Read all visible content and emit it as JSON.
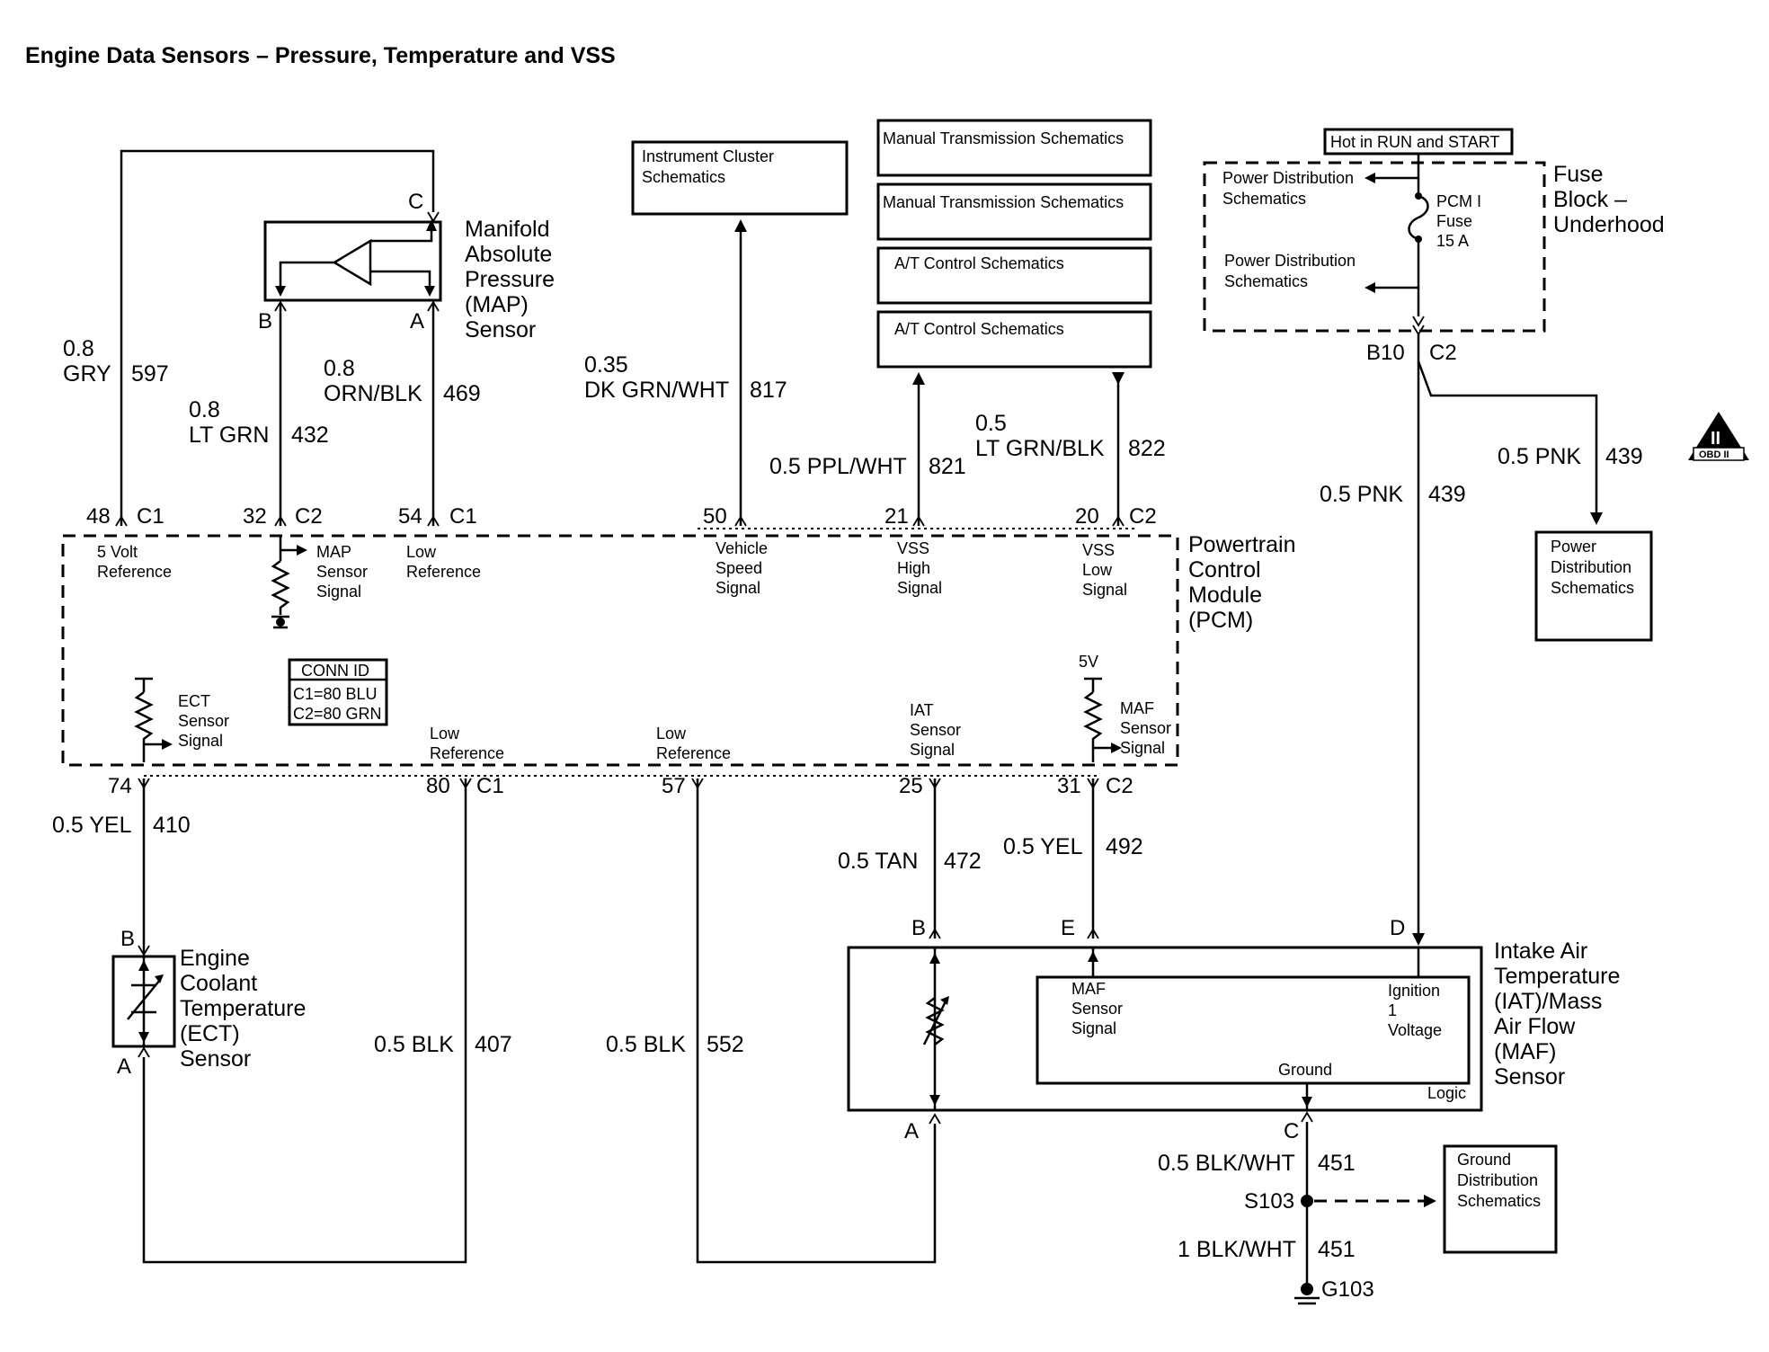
{
  "title": "Engine Data Sensors – Pressure, Temperature and VSS",
  "map_sensor": {
    "line1": "Manifold",
    "line2": "Absolute",
    "line3": "Pressure",
    "line4": "(MAP)",
    "line5": "Sensor",
    "pin_c": "C",
    "pin_b": "B",
    "pin_a": "A"
  },
  "instrument_cluster": {
    "line1": "Instrument Cluster",
    "line2": "Schematics"
  },
  "schem_boxes": [
    "Manual Transmission Schematics",
    "Manual Transmission Schematics",
    "A/T Control Schematics",
    "A/T Control Schematics"
  ],
  "fuse_block": {
    "hot_label": "Hot in RUN and START",
    "line1": "Fuse",
    "line2": "Block –",
    "line3": "Underhood",
    "pd1_line1": "Power Distribution",
    "pd1_line2": "Schematics",
    "pd2_line1": "Power Distribution",
    "pd2_line2": "Schematics",
    "fuse_line1": "PCM I",
    "fuse_line2": "Fuse",
    "fuse_line3": "15 A",
    "pin": "B10",
    "conn": "C2"
  },
  "obd_badge": {
    "numeral": "II",
    "label": "OBD II"
  },
  "wires": {
    "w597_size": "0.8",
    "w597_color": "GRY",
    "w597_num": "597",
    "w432_size": "0.8",
    "w432_color": "LT GRN",
    "w432_num": "432",
    "w469_size": "0.8",
    "w469_color": "ORN/BLK",
    "w469_num": "469",
    "w817_size": "0.35",
    "w817_color": "DK GRN/WHT",
    "w817_num": "817",
    "w821_label": "0.5 PPL/WHT",
    "w821_num": "821",
    "w822_size": "0.5",
    "w822_color": "LT GRN/BLK",
    "w822_num": "822",
    "w439a_label": "0.5 PNK",
    "w439a_num": "439",
    "w439b_label": "0.5 PNK",
    "w439b_num": "439",
    "w410_label": "0.5 YEL",
    "w410_num": "410",
    "w407_label": "0.5 BLK",
    "w407_num": "407",
    "w552_label": "0.5 BLK",
    "w552_num": "552",
    "w472_label": "0.5 TAN",
    "w472_num": "472",
    "w492_label": "0.5 YEL",
    "w492_num": "492",
    "w451a_label": "0.5 BLK/WHT",
    "w451a_num": "451",
    "w451b_label": "1 BLK/WHT",
    "w451b_num": "451"
  },
  "pcm": {
    "line1": "Powertrain",
    "line2": "Control",
    "line3": "Module",
    "line4": "(PCM)",
    "conn_title": "CONN ID",
    "conn_c1": "C1=80 BLU",
    "conn_c2": "C2=80 GRN",
    "five_v": "5V",
    "top_pins": [
      {
        "num": "48",
        "conn": "C1"
      },
      {
        "num": "32",
        "conn": "C2"
      },
      {
        "num": "54",
        "conn": "C1"
      },
      {
        "num": "50",
        "conn": ""
      },
      {
        "num": "21",
        "conn": ""
      },
      {
        "num": "20",
        "conn": "C2"
      }
    ],
    "bottom_pins": [
      {
        "num": "74",
        "conn": ""
      },
      {
        "num": "80",
        "conn": "C1"
      },
      {
        "num": "57",
        "conn": ""
      },
      {
        "num": "25",
        "conn": ""
      },
      {
        "num": "31",
        "conn": "C2"
      }
    ],
    "sig_5v_ref": [
      "5 Volt",
      "Reference"
    ],
    "sig_map": [
      "MAP",
      "Sensor",
      "Signal"
    ],
    "sig_low_ref_top": [
      "Low",
      "Reference"
    ],
    "sig_vss": [
      "Vehicle",
      "Speed",
      "Signal"
    ],
    "sig_vss_high": [
      "VSS",
      "High",
      "Signal"
    ],
    "sig_vss_low": [
      "VSS",
      "Low",
      "Signal"
    ],
    "sig_ect": [
      "ECT",
      "Sensor",
      "Signal"
    ],
    "sig_low_ref_80": [
      "Low",
      "Reference"
    ],
    "sig_low_ref_57": [
      "Low",
      "Reference"
    ],
    "sig_iat": [
      "IAT",
      "Sensor",
      "Signal"
    ],
    "sig_maf": [
      "MAF",
      "Sensor",
      "Signal"
    ]
  },
  "power_dist_box": {
    "line1": "Power",
    "line2": "Distribution",
    "line3": "Schematics"
  },
  "ect_sensor": {
    "line1": "Engine",
    "line2": "Coolant",
    "line3": "Temperature",
    "line4": "(ECT)",
    "line5": "Sensor",
    "pin_b": "B",
    "pin_a": "A"
  },
  "iat_maf_sensor": {
    "line1": "Intake Air",
    "line2": "Temperature",
    "line3": "(IAT)/Mass",
    "line4": "Air Flow",
    "line5": "(MAF)",
    "line6": "Sensor",
    "pin_b": "B",
    "pin_e": "E",
    "pin_d": "D",
    "pin_a": "A",
    "pin_c": "C",
    "inner_maf1": "MAF",
    "inner_maf2": "Sensor",
    "inner_maf3": "Signal",
    "inner_ign1": "Ignition",
    "inner_ign2": "1",
    "inner_ign3": "Voltage",
    "inner_ground": "Ground",
    "inner_logic": "Logic"
  },
  "ground": {
    "splice": "S103",
    "ground_pt": "G103",
    "box_line1": "Ground",
    "box_line2": "Distribution",
    "box_line3": "Schematics"
  }
}
